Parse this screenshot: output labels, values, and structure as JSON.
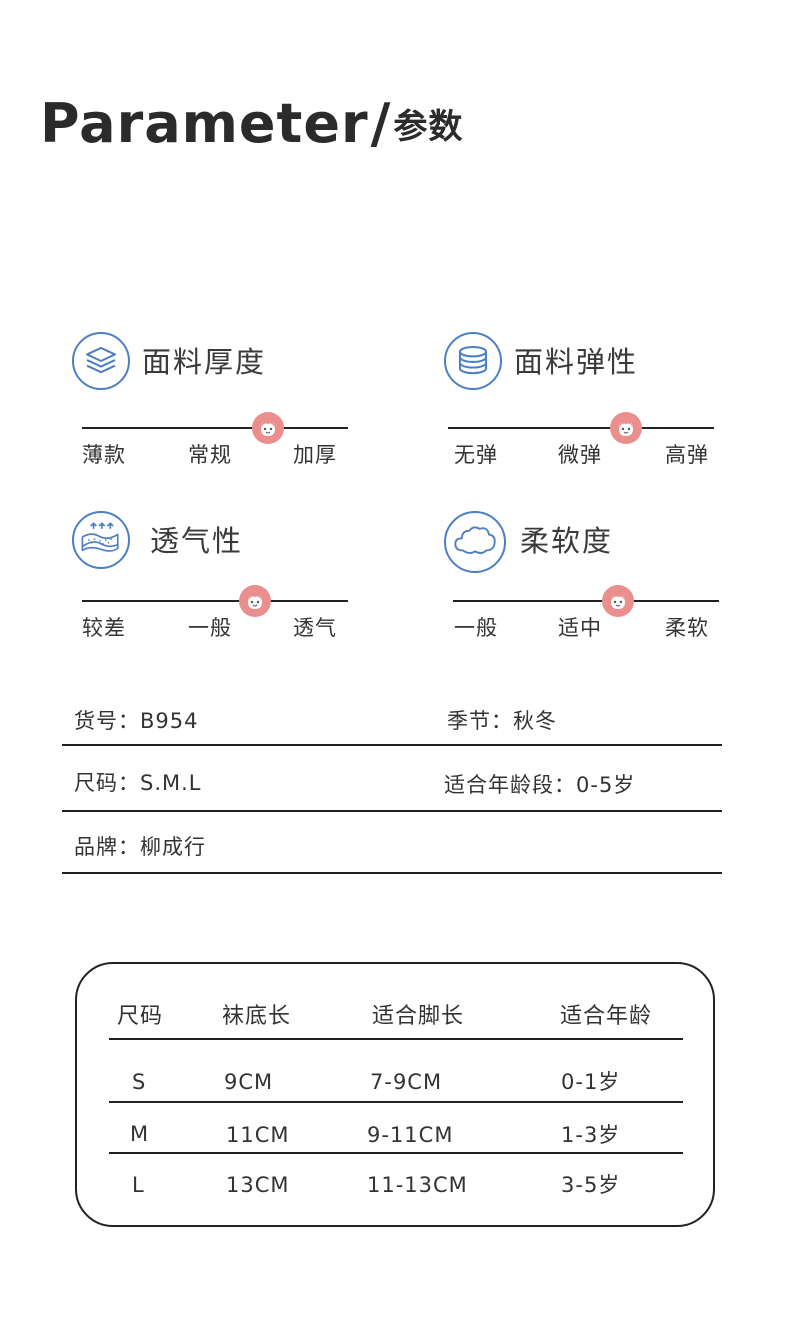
{
  "header": {
    "title_en": "Parameter",
    "separator": "/",
    "title_cn": "参数"
  },
  "params": [
    {
      "name": "面料厚度",
      "icon": "layers-icon",
      "labels": [
        "薄款",
        "常规",
        "加厚"
      ],
      "level": 0.7
    },
    {
      "name": "面料弹性",
      "icon": "disc-stack-icon",
      "labels": [
        "无弹",
        "微弹",
        "高弹"
      ],
      "level": 0.67
    },
    {
      "name": "透气性",
      "icon": "breathable-fabric-icon",
      "labels": [
        "较差",
        "一般",
        "透气"
      ],
      "level": 0.65
    },
    {
      "name": "柔软度",
      "icon": "cloud-icon",
      "labels": [
        "一般",
        "适中",
        "柔软"
      ],
      "level": 0.62
    }
  ],
  "info": {
    "item_no": "货号：B954",
    "season": "季节：秋冬",
    "size": "尺码：S.M.L",
    "age_range": "适合年龄段：0-5岁",
    "brand": "品牌：柳成行"
  },
  "size_table": {
    "headers": [
      "尺码",
      "袜底长",
      "适合脚长",
      "适合年龄"
    ],
    "rows": [
      [
        "S",
        "9CM",
        "7-9CM",
        "0-1岁"
      ],
      [
        "M",
        "11CM",
        "9-11CM",
        "1-3岁"
      ],
      [
        "L",
        "13CM",
        "11-13CM",
        "3-5岁"
      ]
    ]
  },
  "colors": {
    "icon_blue": "#4d7fc4",
    "indicator_pink": "#ea8e8e",
    "text": "#333333",
    "rule": "#222222"
  }
}
